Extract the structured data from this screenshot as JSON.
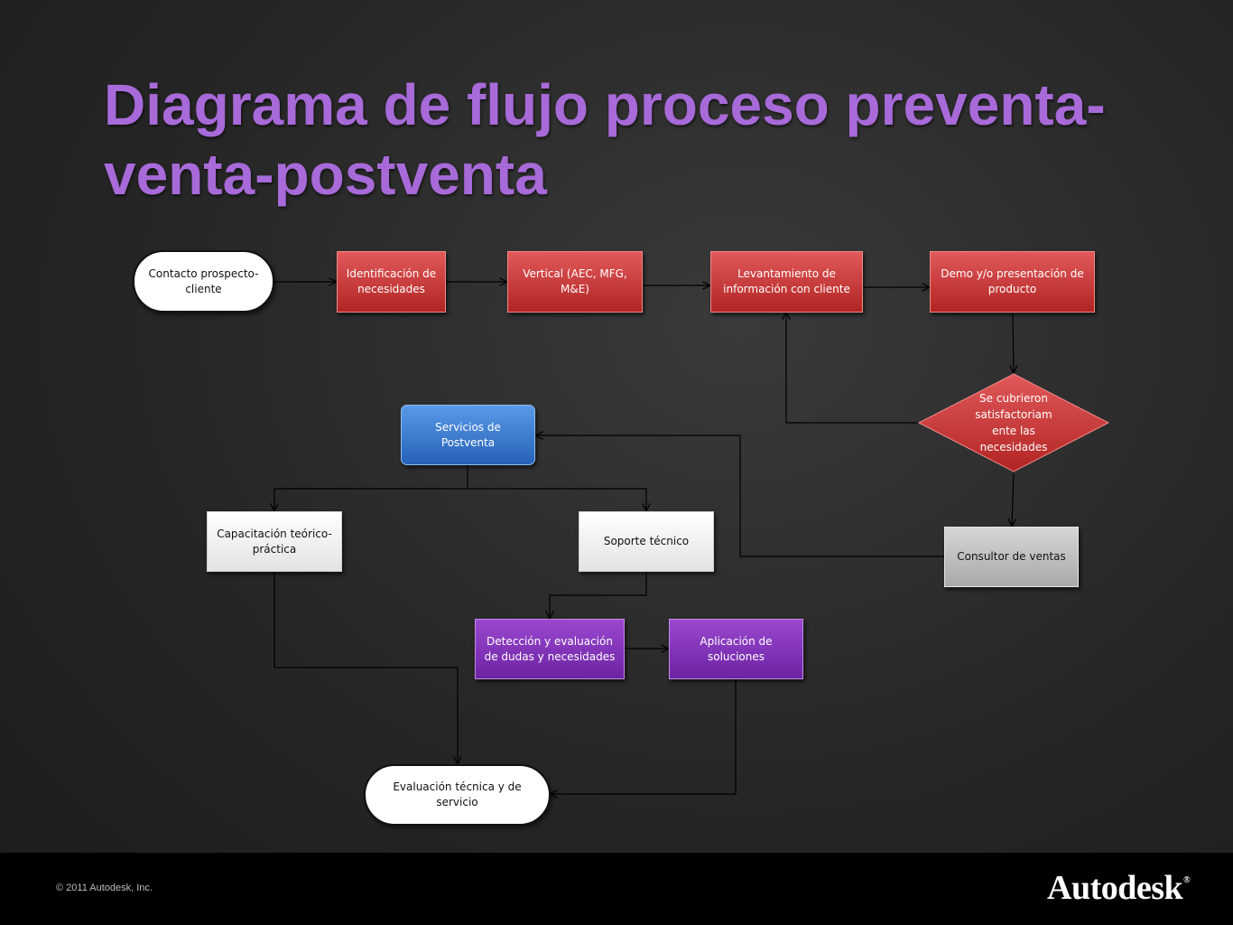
{
  "title": "Diagrama de flujo proceso preventa-venta-postventa",
  "nodes": {
    "contacto": "Contacto prospecto-cliente",
    "identificacion": "Identificación de necesidades",
    "vertical": "Vertical (AEC, MFG, M&E)",
    "levantamiento": "Levantamiento de información con cliente",
    "demo": "Demo y/o presentación de producto",
    "decision": "Se cubrieron satisfactoriam ente las necesidades",
    "consultor": "Consultor de ventas",
    "servicios": "Servicios de Postventa",
    "capacitacion": "Capacitación teórico-práctica",
    "soporte": "Soporte técnico",
    "deteccion": "Detección y evaluación de dudas y necesidades",
    "aplicacion": "Aplicación de soluciones",
    "evaluacion": "Evaluación técnica y de servicio"
  },
  "colors": {
    "title": "#a76ad8",
    "preventa": "#c83a3a",
    "postventa": "#3a7fd4",
    "soporte": "#8235b8",
    "consultor": "#bdbdbd"
  },
  "footer": {
    "copyright": "© 2011 Autodesk, Inc.",
    "logo": "Autodesk"
  }
}
